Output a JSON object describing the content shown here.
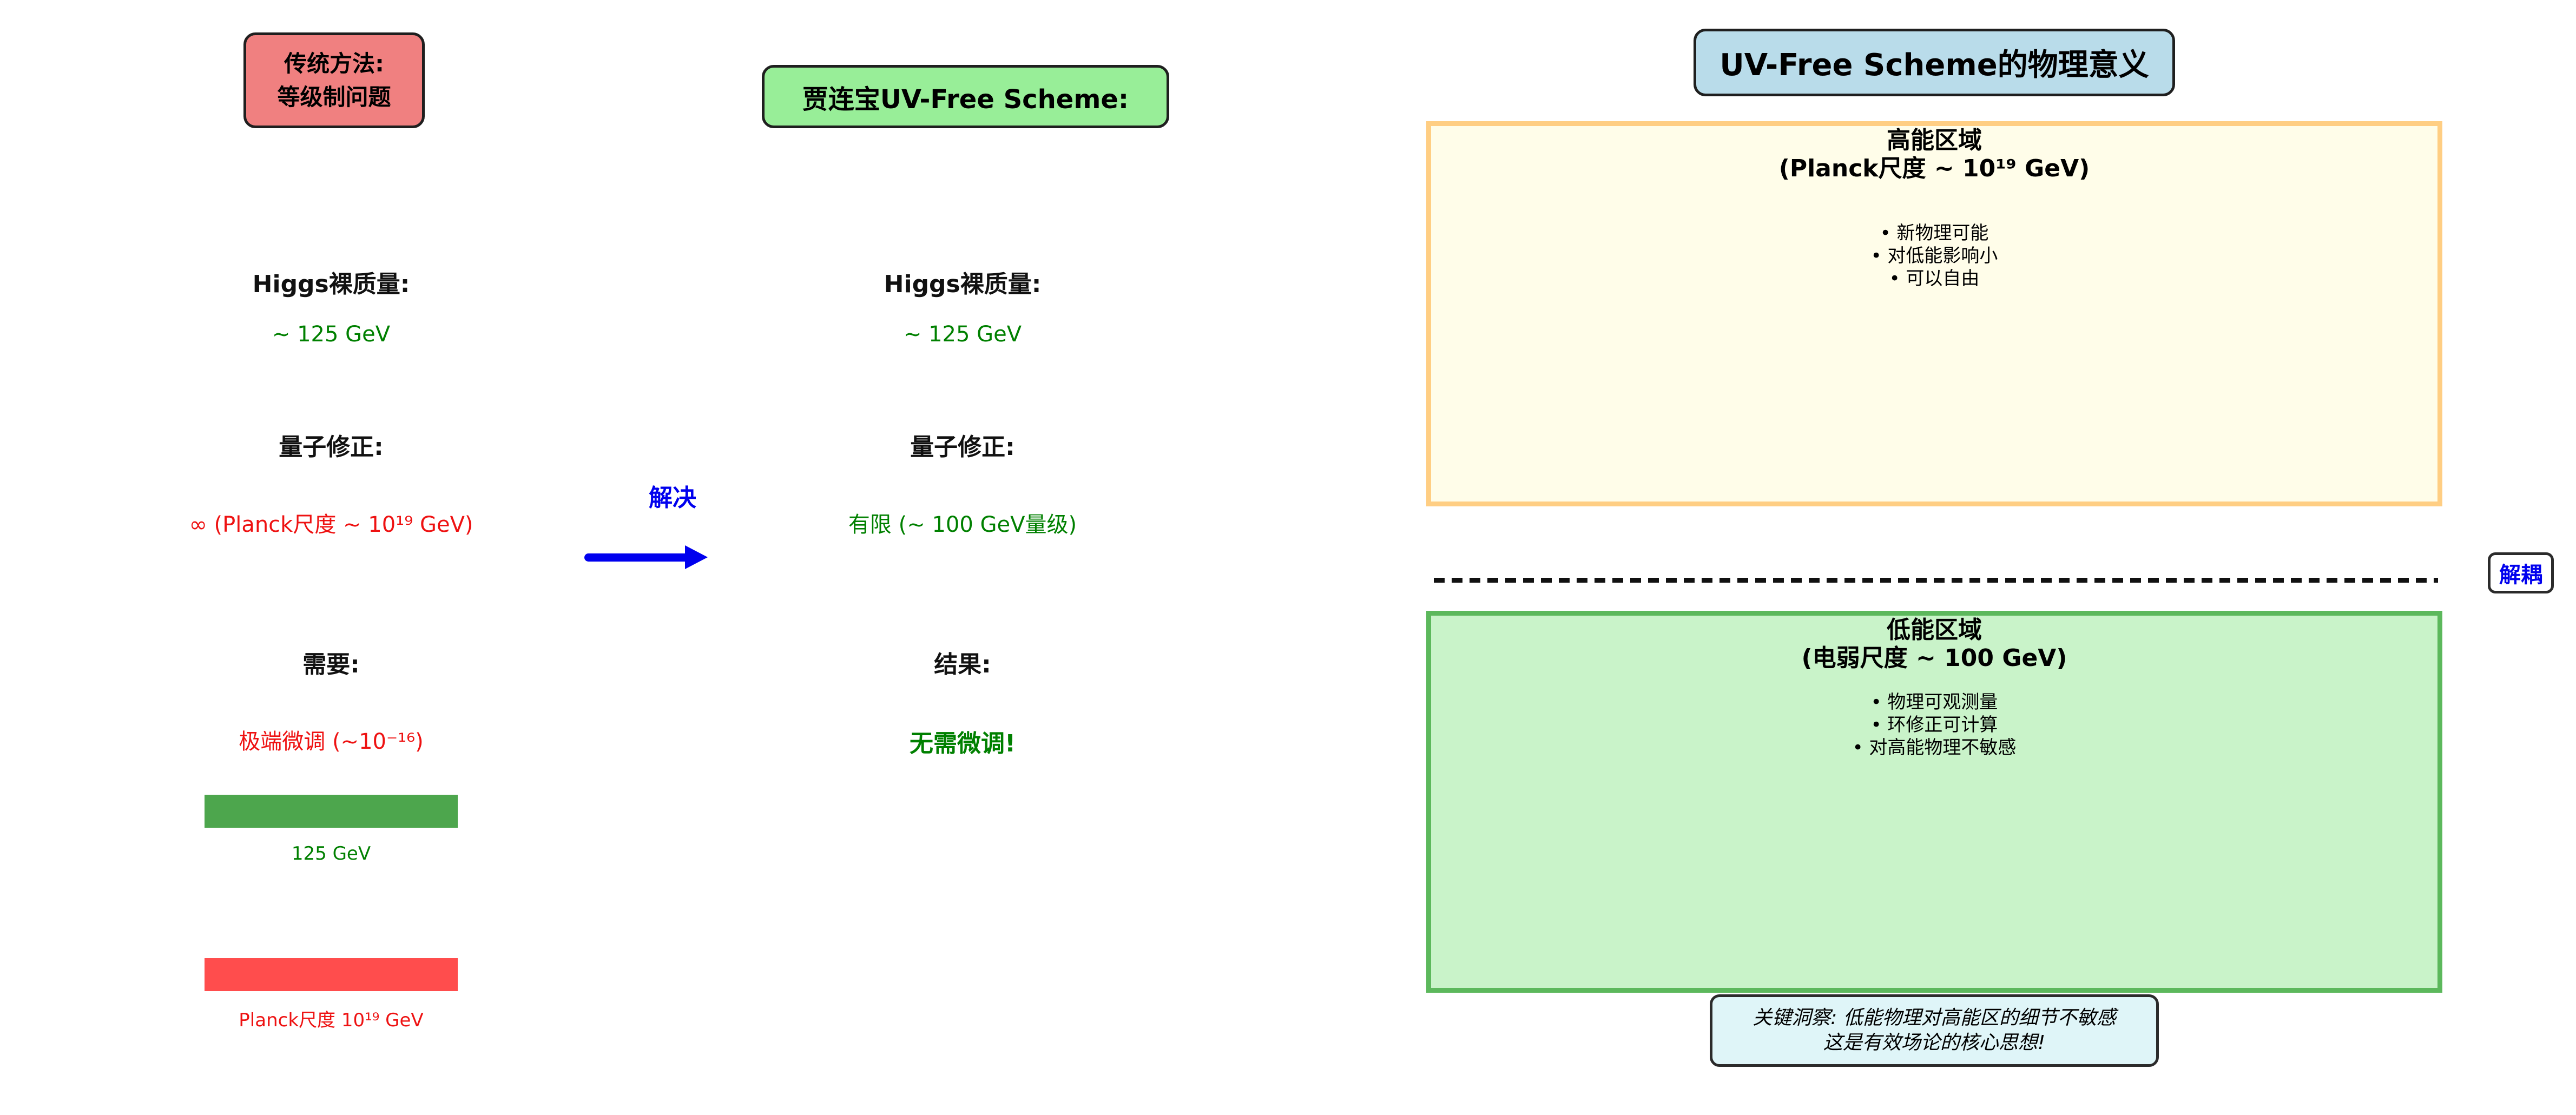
{
  "colors": {
    "green_text": "#008000",
    "red_text": "#ee1212",
    "blue_text": "#0000ee",
    "pink_bg": "#f08080",
    "scheme_bg": "#98ee98",
    "title_bg": "#b9dcea",
    "high_box_bg": "#fffde9",
    "high_box_border": "#ffce83",
    "low_box_bg": "#c9f3c9",
    "low_box_border": "#5cb85c",
    "note_bg": "#dff5f8",
    "bar_green": "#4da64d",
    "bar_red": "#ff4d4d"
  },
  "traditional": {
    "title_line1": "传统方法:",
    "title_line2": "等级制问题",
    "rows": [
      {
        "label": "Higgs裸质量:",
        "value": "~ 125 GeV"
      },
      {
        "label": "量子修正:",
        "value": "∞ (Planck尺度 ~ 10¹⁹ GeV)"
      },
      {
        "label": "需要:",
        "value": "极端微调 (~10⁻¹⁶)"
      }
    ],
    "bars": [
      {
        "label": "125 GeV"
      },
      {
        "label": "Planck尺度 10¹⁹ GeV"
      }
    ]
  },
  "scheme": {
    "title": "贾连宝UV-Free Scheme:",
    "rows": [
      {
        "label": "Higgs裸质量:",
        "value": "~ 125 GeV"
      },
      {
        "label": "量子修正:",
        "value": "有限 (~ 100 GeV量级)"
      },
      {
        "label": "结果:",
        "value": "无需微调!"
      }
    ],
    "solve_label": "解决"
  },
  "meaning": {
    "title": "UV-Free Scheme的物理意义",
    "high_box": {
      "title_line1": "高能区域",
      "title_line2": "(Planck尺度 ~ 10¹⁹ GeV)",
      "bullets": [
        "• 新物理可能",
        "• 对低能影响小",
        "• 可以自由"
      ]
    },
    "decouple_label": "解耦",
    "low_box": {
      "title_line1": "低能区域",
      "title_line2": "(电弱尺度 ~ 100 GeV)",
      "bullets": [
        "• 物理可观测量",
        "• 环修正可计算",
        "• 对高能物理不敏感"
      ]
    },
    "note_line1": "关键洞察: 低能物理对高能区的细节不敏感",
    "note_line2": "这是有效场论的核心思想!"
  }
}
